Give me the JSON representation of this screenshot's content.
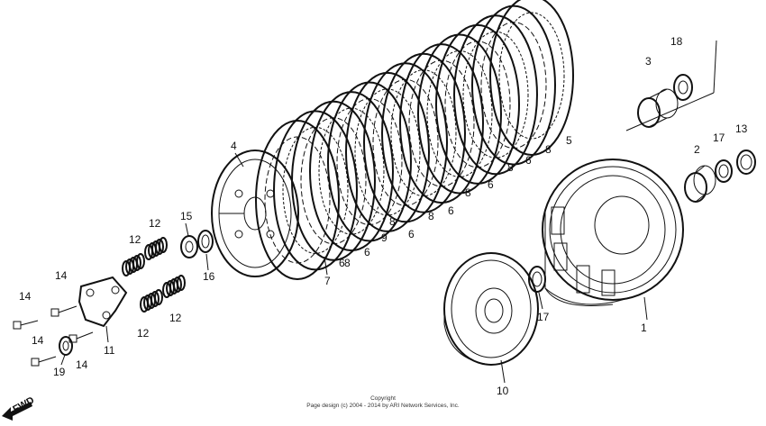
{
  "diagram": {
    "callouts": [
      "1",
      "2",
      "3",
      "4",
      "5",
      "6",
      "6",
      "6",
      "6",
      "6",
      "6",
      "7",
      "8",
      "8",
      "8",
      "8",
      "8",
      "8",
      "9",
      "10",
      "11",
      "12",
      "12",
      "12",
      "12",
      "13",
      "14",
      "14",
      "14",
      "14",
      "15",
      "16",
      "17",
      "17",
      "18",
      "19"
    ],
    "fwd_label": "FWD",
    "copyright_line1": "Copyright",
    "copyright_line2": "Page design (c) 2004 - 2014 by ARI Network Services, Inc."
  },
  "colors": {
    "ink": "#111111",
    "paper": "#ffffff"
  }
}
